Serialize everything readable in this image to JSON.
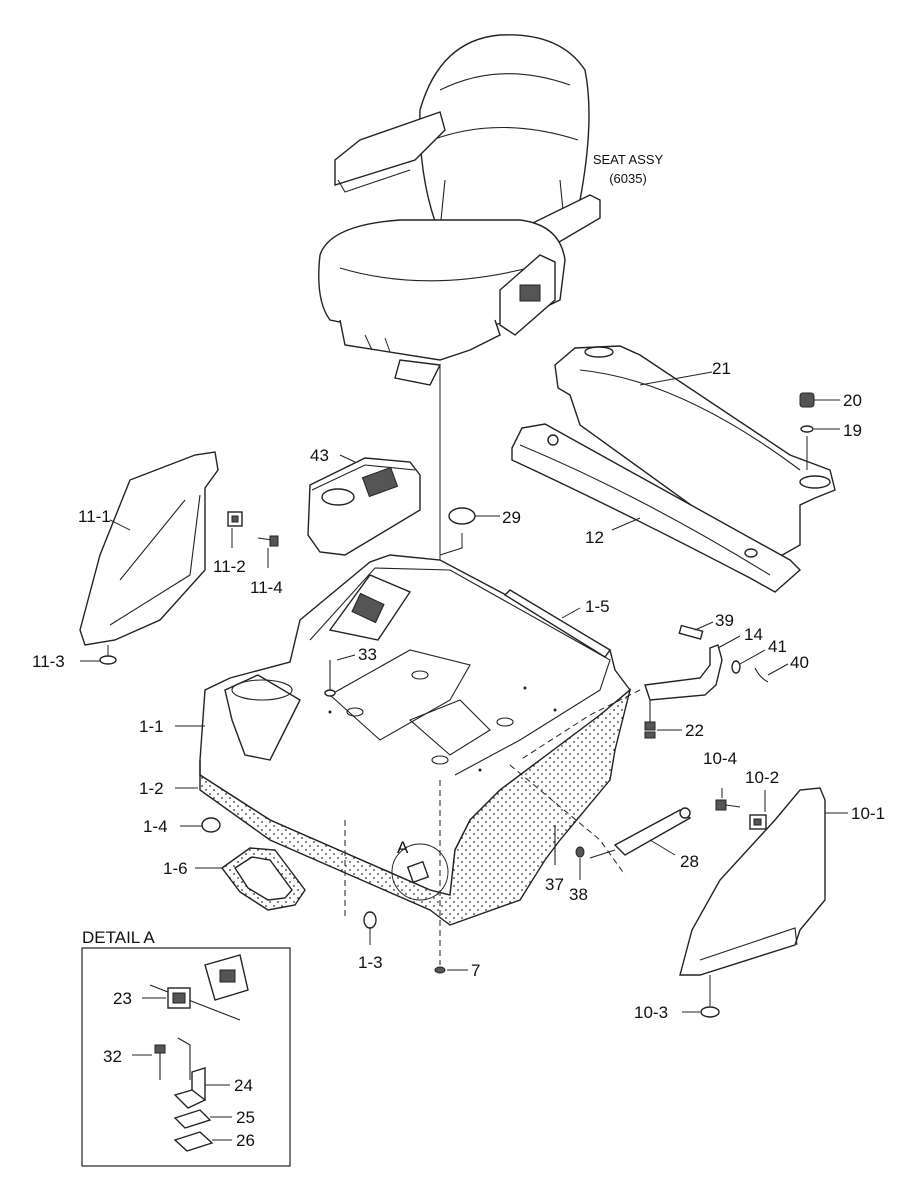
{
  "seat": {
    "title": "SEAT ASSY",
    "subtitle": "(6035)"
  },
  "detail": {
    "title": "DETAIL A",
    "marker": "A"
  },
  "labels": {
    "p43": "43",
    "p29": "29",
    "p21": "21",
    "p20": "20",
    "p19": "19",
    "p12": "12",
    "p11_1": "11-1",
    "p11_2": "11-2",
    "p11_4": "11-4",
    "p11_3": "11-3",
    "p1_5": "1-5",
    "p39": "39",
    "p14": "14",
    "p41": "41",
    "p40": "40",
    "p33": "33",
    "p1_1": "1-1",
    "p22": "22",
    "p1_2": "1-2",
    "p10_4": "10-4",
    "p10_2": "10-2",
    "p10_1": "10-1",
    "p1_4": "1-4",
    "p1_6": "1-6",
    "p28": "28",
    "p37": "37",
    "p38": "38",
    "p1_3": "1-3",
    "p7": "7",
    "p10_3": "10-3",
    "p23": "23",
    "p32": "32",
    "p24": "24",
    "p25": "25",
    "p26": "26"
  }
}
